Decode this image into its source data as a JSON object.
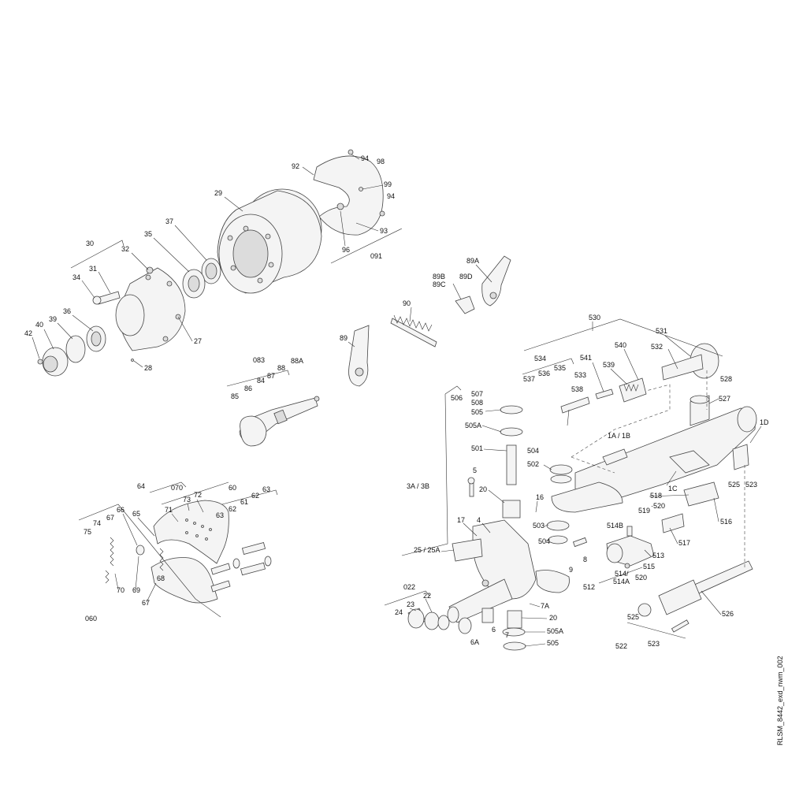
{
  "drawing_id": "RLSM_8442_exd_nwm_002",
  "labels": {
    "l94a": "94",
    "l98": "98",
    "l92": "92",
    "l99": "99",
    "l94b": "94",
    "l93": "93",
    "l96": "96",
    "l091": "091",
    "l29": "29",
    "l37": "37",
    "l35": "35",
    "l30": "30",
    "l32": "32",
    "l31": "31",
    "l34": "34",
    "l36": "36",
    "l39": "39",
    "l40": "40",
    "l42": "42",
    "l27": "27",
    "l28": "28",
    "l89A": "89A",
    "l89B": "89B",
    "l89C": "89C",
    "l89D": "89D",
    "l90": "90",
    "l89": "89",
    "l083": "083",
    "l88A": "88A",
    "l88": "88",
    "l87": "87",
    "l84": "84",
    "l86": "86",
    "l85": "85",
    "l530": "530",
    "l531": "531",
    "l532": "532",
    "l540": "540",
    "l541": "541",
    "l539": "539",
    "l534": "534",
    "l535": "535",
    "l533": "533",
    "l536": "536",
    "l537": "537",
    "l538": "538",
    "l528": "528",
    "l527": "527",
    "l1D": "1D",
    "l507": "507",
    "l508": "508",
    "l505a": "505",
    "l506": "506",
    "l505Aa": "505A",
    "l1A1B": "1A / 1B",
    "l501": "501",
    "l504a": "504",
    "l502": "502",
    "l5": "5",
    "l3A3B": "3A / 3B",
    "l20a": "20",
    "l16": "16",
    "l1C": "1C",
    "l525a": "525",
    "l523a": "523",
    "l518": "518",
    "l520a": "·520",
    "l519": "519",
    "l503": "503",
    "l504b": "504",
    "l514B": "514B",
    "l517": "517",
    "l516": "516",
    "l17": "17",
    "l4": "4",
    "l9": "9",
    "l8": "8",
    "l25": "25 / 25A",
    "l513": "513",
    "l515": "515",
    "l514": "514/",
    "l514A": "514A",
    "l520b": "520",
    "l512": "512",
    "l022": "022",
    "l23": "23",
    "l22": "22",
    "l24": "24",
    "l7A": "7A",
    "l20b": "20",
    "l6": "6",
    "l7": "7",
    "l505Ab": "505A",
    "l6A": "6A",
    "l505b": "505",
    "l525b": "525",
    "l526": "526",
    "l523b": "523",
    "l522": "522",
    "l64": "64",
    "l070": "070",
    "l60": "60",
    "l73": "73",
    "l72": "72",
    "l71": "71",
    "l66": "66",
    "l65": "65",
    "l63a": "63",
    "l62a": "62",
    "l61": "61",
    "l62b": "62",
    "l63b": "63",
    "l74": "74",
    "l67a": "67",
    "l75": "75",
    "l70": "70",
    "l69": "69",
    "l68": "68",
    "l67b": "67",
    "l060": "060"
  }
}
